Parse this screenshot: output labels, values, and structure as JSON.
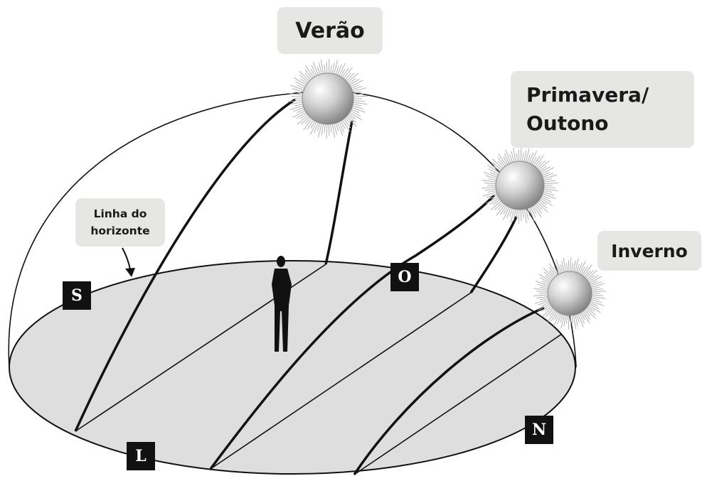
{
  "labels": {
    "summer": "Verão",
    "equinox_line1": "Primavera/",
    "equinox_line2": "Outono",
    "winter": "Inverno",
    "horizon_line1": "Linha do",
    "horizon_line2": "horizonte"
  },
  "directions": {
    "south": "S",
    "west": "O",
    "east": "L",
    "north": "N"
  },
  "icons": [
    "sun-icon",
    "person-icon",
    "arrow-icon"
  ],
  "colors": {
    "ground": "#dedede",
    "label_background": "#e6e6e4",
    "direction_badge": "#111111",
    "sun": "#c4c4c4"
  }
}
